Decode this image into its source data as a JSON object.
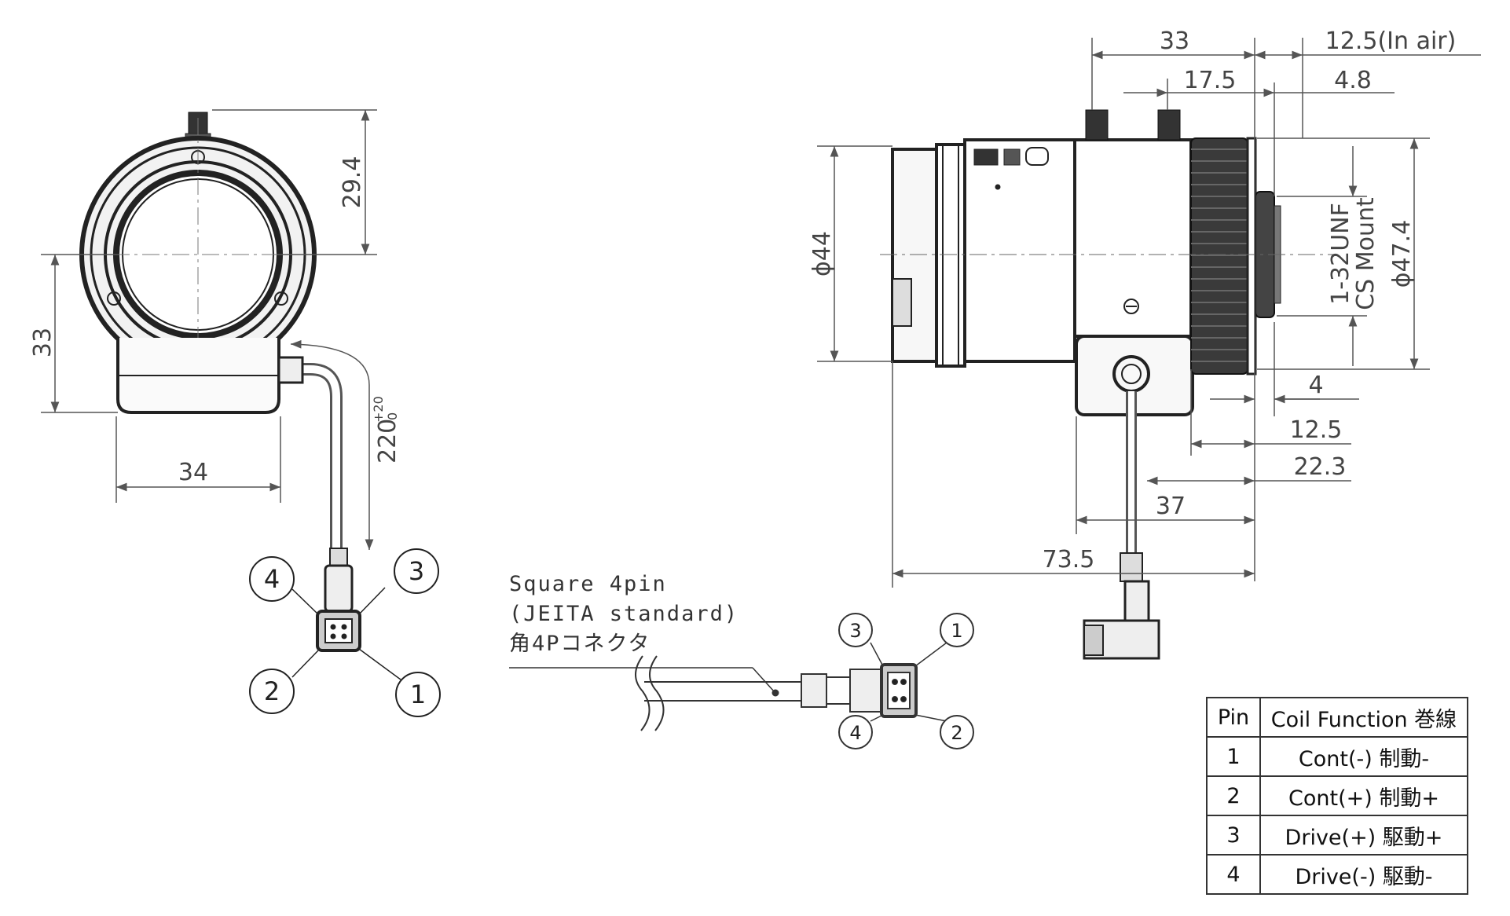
{
  "front_view": {
    "dim_height_top": "29.4",
    "dim_height_bottom": "33",
    "dim_width": "34",
    "dim_cable": "220",
    "dim_cable_tol_upper": "+20",
    "dim_cable_tol_lower": "0",
    "pins": [
      "1",
      "2",
      "3",
      "4"
    ]
  },
  "connector": {
    "label_line1": "Square 4pin",
    "label_line2": "(JEITA standard)",
    "label_line3": "角4Pコネクタ",
    "pins": [
      "1",
      "2",
      "3",
      "4"
    ]
  },
  "side_view": {
    "dim_33": "33",
    "dim_12_5_air": "12.5(In  air)",
    "dim_17_5": "17.5",
    "dim_4_8": "4.8",
    "dim_diam_44": "ϕ44",
    "dim_diam_47_4": "ϕ47.4",
    "mount_line1": "1-32UNF",
    "mount_line2": "CS Mount",
    "dim_4": "4",
    "dim_12_5": "12.5",
    "dim_22_3": "22.3",
    "dim_37": "37",
    "dim_73_5": "73.5"
  },
  "pin_table": {
    "headers": [
      "Pin",
      "Coil Function 巻線"
    ],
    "rows": [
      [
        "1",
        "Cont(-) 制動-"
      ],
      [
        "2",
        "Cont(+) 制動+"
      ],
      [
        "3",
        "Drive(+) 駆動+"
      ],
      [
        "4",
        "Drive(-) 駆動-"
      ]
    ]
  }
}
